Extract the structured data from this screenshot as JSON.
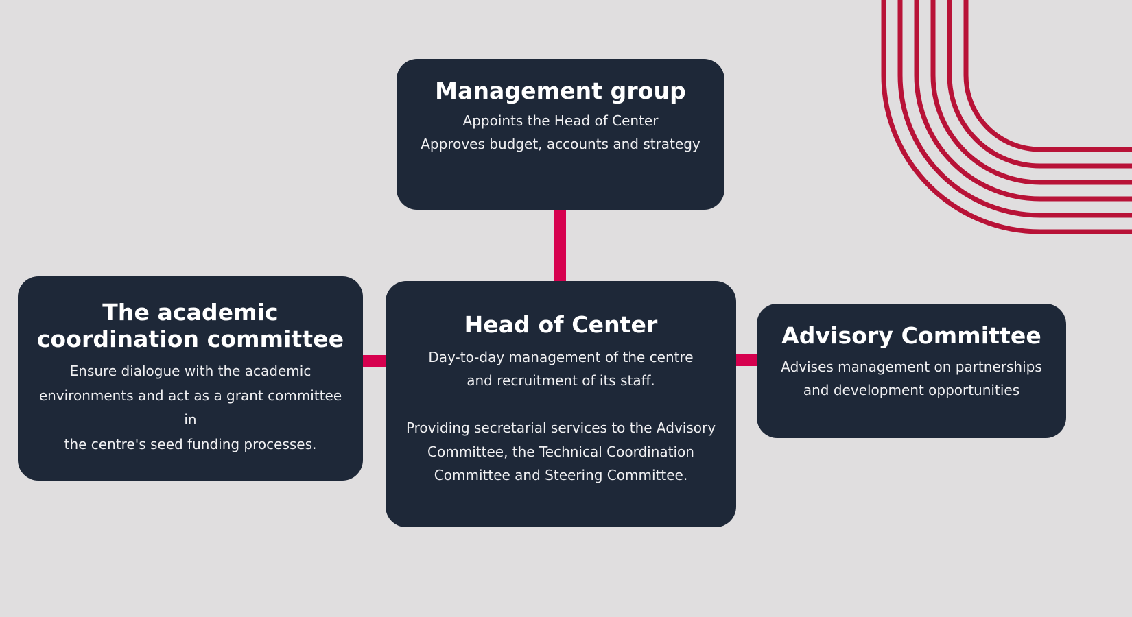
{
  "colors": {
    "background": "#e0dedf",
    "node_fill": "#1e2838",
    "node_text": "#ffffff",
    "connector": "#d6004e",
    "arc_stroke": "#b81237"
  },
  "decoration": {
    "arc_set_name": "concentric-quarter-arcs",
    "arc_count": 6
  },
  "nodes": {
    "management": {
      "title": "Management group",
      "body": "Appoints the Head of Center\nApproves budget, accounts and strategy"
    },
    "academic": {
      "title": "The academic\ncoordination committee",
      "body": "Ensure dialogue with the academic\nenvironments and act as a grant committee in\nthe centre's seed funding processes."
    },
    "head": {
      "title": "Head of Center",
      "body": "Day-to-day management of the centre\nand recruitment of its staff.\n\nProviding secretarial services to the Advisory\nCommittee, the Technical Coordination\nCommittee and Steering Committee."
    },
    "advisory": {
      "title": "Advisory Committee",
      "body": "Advises management on partnerships\nand development opportunities"
    }
  },
  "connectors": [
    {
      "name": "management-to-head",
      "orientation": "vertical"
    },
    {
      "name": "academic-to-head",
      "orientation": "horizontal"
    },
    {
      "name": "head-to-advisory",
      "orientation": "horizontal"
    }
  ]
}
